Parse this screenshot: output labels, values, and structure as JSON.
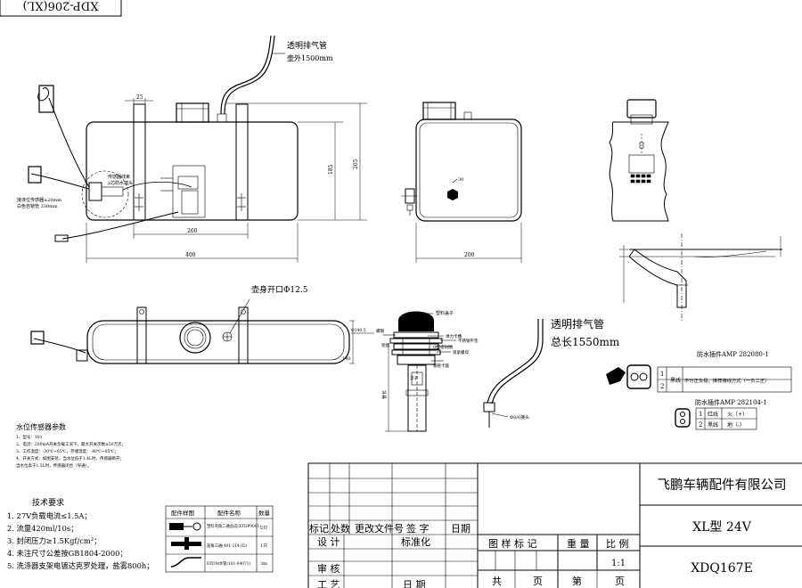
{
  "drawing_no_box": "XDP-206(XL)",
  "front_view": {
    "vent_pipe_title": "透明排气管",
    "vent_pipe_length": "壶外1500mm",
    "dim_top_offset": "25",
    "dim_height_inner": "185",
    "dim_height_outer": "205",
    "dim_inner_span": "260",
    "dim_total_length": "400",
    "small_note_1": "传感器线束",
    "small_note_2": "2芯防水插头",
    "left_note_1": "接液位传感器±20mm",
    "left_note_2": "白色自锁管  330mm"
  },
  "side_view": {
    "dim_width": "200",
    "label_30": "30"
  },
  "top_view": {
    "opening_label": "壶身开口Φ12.5",
    "dim_left": "Φ140.5",
    "dim_right": "140"
  },
  "cap_detail": {
    "cap_label": "塑料盖子",
    "label_1": "弹力卡槽",
    "label_2": "不锈钢平垫",
    "label_3": "O型密封圈",
    "label_4": "锁紧螺母",
    "label_5": "钢管卡箍",
    "label_6": "装配",
    "label_7": "浮子",
    "label_8": "螺帽",
    "vert_dim": "管长"
  },
  "hose_detail": {
    "title": "透明排气管",
    "length": "总长1550mm",
    "end_note": "Φ8/6接头"
  },
  "connectors": {
    "amp1_title": "防水插件AMP 282080-1",
    "amp1_rows": [
      {
        "pin": "1",
        "wire": "黑线",
        "note": "不分正负极，推荐接线方式（一负二正）"
      },
      {
        "pin": "2",
        "wire": "",
        "note": ""
      }
    ],
    "amp2_title": "防水插件AMP 282104-1",
    "amp2_rows": [
      {
        "pin": "1",
        "wire": "红线",
        "note": "火（+）"
      },
      {
        "pin": "2",
        "wire": "黑线",
        "note": "地（-）"
      }
    ]
  },
  "sensor_params": {
    "title": "水位传感器参数",
    "lines": [
      "1、型号：101",
      "2、电流：200mA开关负载工况下，最大开关次数≥50万次；",
      "3、工作温度：-30℃~85℃，存储温度：-40℃~85℃；",
      "4、开关方式：如图安装，当水位低于1.4L时，传感器断开；",
      "当水位高于1.5L时，传感器闭合（导通）。"
    ]
  },
  "tech_requirements": {
    "title": "技术要求",
    "items": [
      "1.  27V负载电流≤1.5A；",
      "2.  流量420ml/10s；",
      "3.  封闭压力≥1.5Kgf/cm²；",
      "4.  未注尺寸公差按GB1804-2000；",
      "5.  洗涤器支架电镀达克罗处理，盐雾800h；"
    ]
  },
  "parts_table": {
    "headers": [
      "配件样图",
      "配件名称",
      "数量"
    ],
    "rows": [
      {
        "name": "塑料弯角二通总成(XTDP9001)",
        "qty": "2只"
      },
      {
        "name": "直角三通(401-214.02)",
        "qty": "1只"
      },
      {
        "name": "EPDM水管(101-04071)",
        "qty": "3m"
      }
    ]
  },
  "title_block": {
    "company": "飞鹏车辆配件有限公司",
    "model": "XL型 24V",
    "drawing_no": "XDQ167E",
    "rev_headers": [
      "标记",
      "处数",
      "更改文件号",
      "签 字",
      "日期"
    ],
    "design": "设 计",
    "standardize": "标准化",
    "check": "审 核",
    "process": "工 艺",
    "date": "日 期",
    "pattern_mark": "图 样 标 记",
    "weight": "重 量",
    "scale": "比 例",
    "scale_value": "1:1",
    "total": "共",
    "page1": "页",
    "nth": "第",
    "page2": "页"
  }
}
